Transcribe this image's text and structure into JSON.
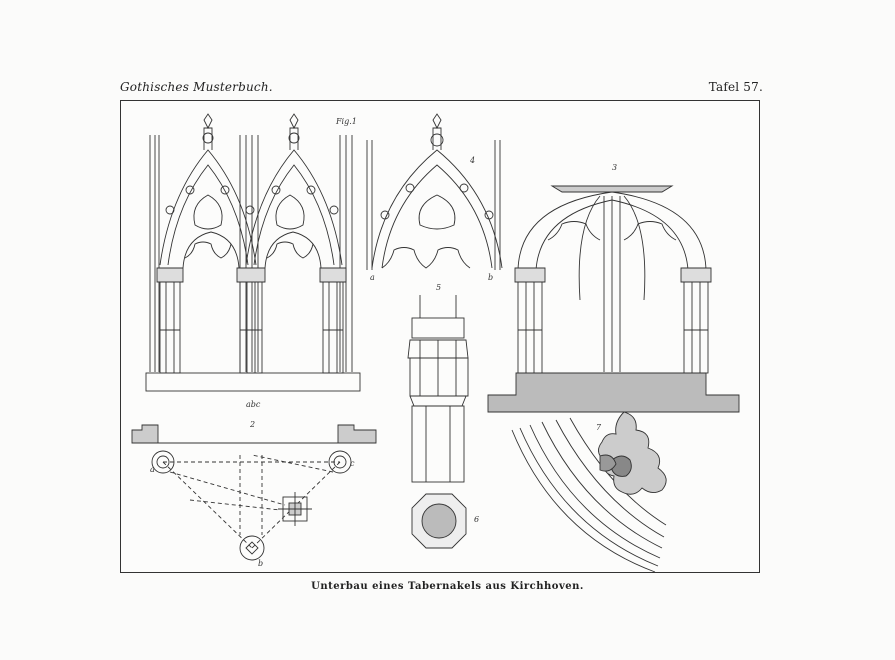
{
  "header": {
    "left": "Gothisches Musterbuch.",
    "right": "Tafel 57."
  },
  "caption": "Unterbau eines Tabernakels aus Kirchhoven.",
  "figures": {
    "fig1_label": "Fig.1",
    "fig1_sub": "abc",
    "fig2_label": "2",
    "fig3_label": "3",
    "fig4_label": "4",
    "fig5_label": "5",
    "fig6_label": "6",
    "fig7_label": "7",
    "point_a": "a",
    "point_b": "b",
    "point_c": "c"
  }
}
